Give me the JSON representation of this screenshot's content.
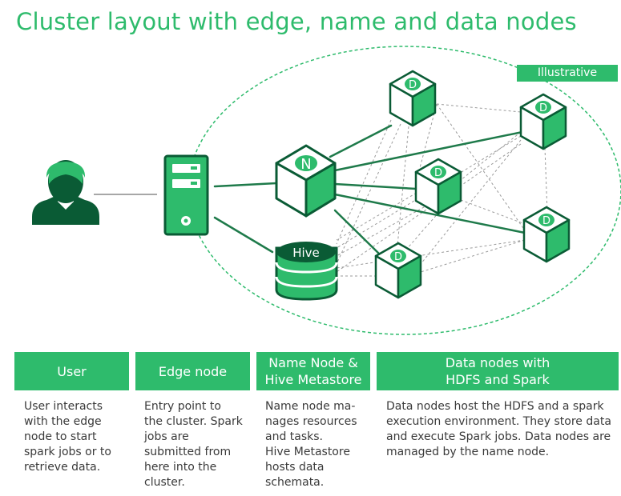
{
  "title": "Cluster layout with edge, name and data nodes",
  "badge": "Illustrative",
  "colors": {
    "accent": "#2ebb6c",
    "dark_green": "#0a5b35",
    "edge_line": "#1e7a4a",
    "dashed_line": "#9a9a9a",
    "text": "#3a3a3a"
  },
  "nodes": {
    "name_node_letter": "N",
    "data_node_letter": "D",
    "hive_label": "Hive"
  },
  "columns": [
    {
      "header": "User",
      "description": "User interacts\nwith the edge\nnode to start\nspark jobs or to\nretrieve data."
    },
    {
      "header": "Edge node",
      "description": "Entry point to\nthe cluster. Spark\njobs are\nsubmitted from\nhere into the\ncluster."
    },
    {
      "header": "Name Node &\nHive Metastore",
      "description": "Name node ma-\nnages resources\nand tasks.\nHive Metastore\nhosts data\nschemata."
    },
    {
      "header": "Data nodes with\nHDFS and Spark",
      "description": "Data nodes host the HDFS and a spark\nexecution environment. They store data\nand execute Spark jobs. Data nodes are\nmanaged by the name node."
    }
  ]
}
